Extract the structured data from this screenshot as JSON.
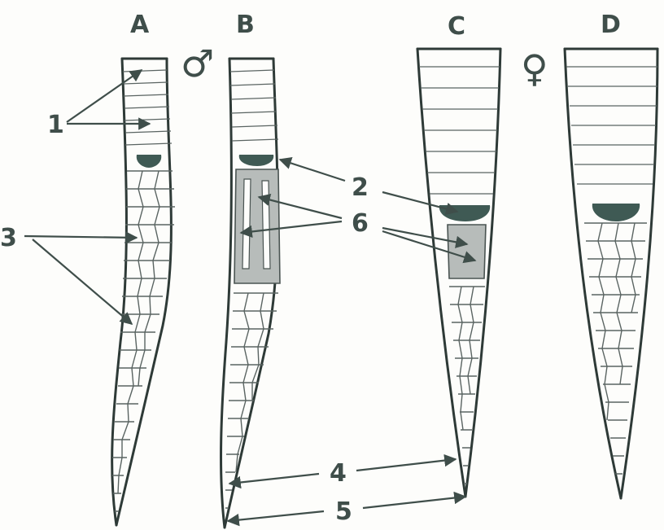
{
  "panels": [
    {
      "id": "A",
      "label": "A"
    },
    {
      "id": "B",
      "label": "B"
    },
    {
      "id": "C",
      "label": "C"
    },
    {
      "id": "D",
      "label": "D"
    }
  ],
  "sex_symbols": {
    "male": "♂",
    "female": "♀"
  },
  "callouts": {
    "n1": "1",
    "n2": "2",
    "n3": "3",
    "n4": "4",
    "n5": "5",
    "n6": "6"
  },
  "colors": {
    "ink": "#2e3a37",
    "vent": "#3f5a54",
    "hemipenis": "#b7bcba",
    "paper": "#fdfdfb"
  }
}
